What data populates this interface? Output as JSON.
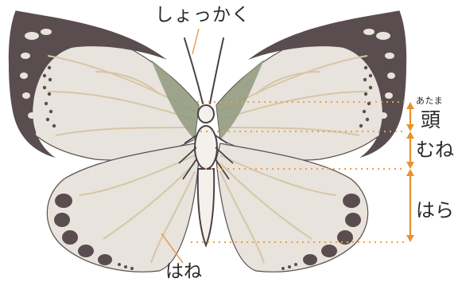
{
  "labels": {
    "antenna": "しょっかく",
    "head_ruby": "あたま",
    "head": "頭",
    "thorax": "むね",
    "abdomen": "はら",
    "wing": "はね"
  },
  "colors": {
    "wing_base": "#e8e3dc",
    "wing_edge": "#5a4d50",
    "vein": "#d7c6a5",
    "body_outline": "#4a4145",
    "body_fill": "#f4f1ec",
    "wing_root_green": "#8e9a7c",
    "guide_dotted": "#f0a040",
    "bracket": "#e8912e",
    "leader_line": "#e8a050"
  },
  "icons": [
    "butterfly-illustration"
  ]
}
